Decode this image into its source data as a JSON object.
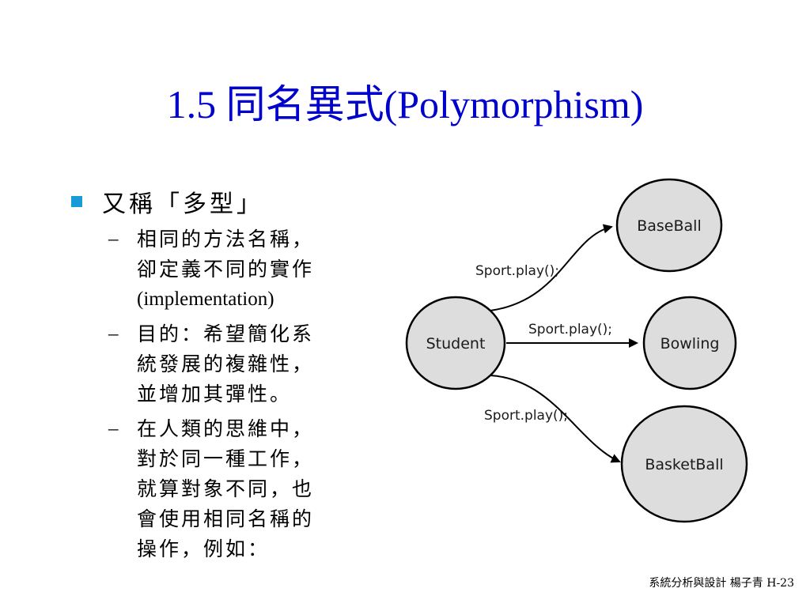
{
  "slide": {
    "title": "1.5 同名異式(Polymorphism)",
    "bullet": {
      "text": "又稱「多型」",
      "sub_items": [
        {
          "dash": "–",
          "lines": [
            "相同的方法名稱，",
            "卻定義不同的實作",
            "(implementation)"
          ]
        },
        {
          "dash": "–",
          "lines": [
            "目的：希望簡化系",
            "統發展的複雜性，",
            "並增加其彈性。"
          ]
        },
        {
          "dash": "–",
          "lines": [
            "在人類的思維中，",
            "對於同一種工作，",
            "就算對象不同，也",
            "會使用相同名稱的",
            "操作，例如："
          ]
        }
      ]
    },
    "diagram": {
      "nodes": {
        "student": "Student",
        "baseball": "BaseBall",
        "bowling": "Bowling",
        "basketball": "BasketBall"
      },
      "edge_labels": {
        "to_baseball": "Sport.play();",
        "to_bowling": "Sport.play();",
        "to_basketball": "Sport.play();"
      }
    },
    "footer": "系統分析與設計 楊子青 H-23"
  },
  "colors": {
    "title": "#0000cc",
    "bullet_square": "#1a9bd7",
    "node_fill": "#dddddd",
    "node_stroke": "#000000"
  }
}
